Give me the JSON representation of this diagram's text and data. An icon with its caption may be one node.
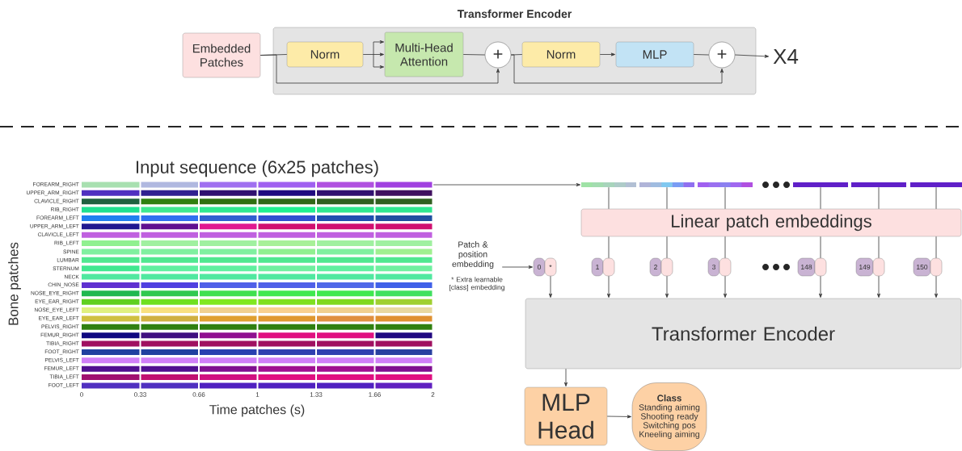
{
  "diagram": {
    "nodes": [
      {
        "text": [
          "Embedded Patches"
        ]
      },
      {
        "text": [
          "Transformer Encoder"
        ]
      },
      {
        "text": [
          "Norm"
        ],
        "in": 1
      },
      {
        "text": [
          "Multi-Head Attention"
        ],
        "in": 1
      },
      {
        "text": [
          "+"
        ],
        "in": 1
      },
      {
        "text": [
          "Norm"
        ],
        "in": 1
      },
      {
        "text": [
          "MLP"
        ],
        "in": 1
      },
      {
        "text": [
          "+"
        ],
        "in": 1
      },
      {
        "text": [
          "X4"
        ]
      },
      {
        "text": [],
        "shape": "picture"
      },
      {
        "text": [],
        "shape": "bar"
      },
      {
        "text": [],
        "shape": "bar"
      },
      {
        "text": [],
        "shape": "bar"
      },
      {
        "text": [],
        "shape": "bar"
      },
      {
        "text": [],
        "shape": "bar"
      },
      {
        "text": [],
        "shape": "bar"
      },
      {
        "text": [
          "Linear patch embeddings"
        ]
      },
      {
        "text": [
          "Patch & position embedding"
        ],
        "beside": [
          "* Extra learnable [class] embedding"
        ]
      },
      {
        "text": [
          "0"
        ]
      },
      {
        "text": [
          "*"
        ]
      },
      {
        "text": [
          "1"
        ]
      },
      {
        "text": [],
        "shape": "box"
      },
      {
        "text": [
          "2"
        ]
      },
      {
        "text": [],
        "shape": "box"
      },
      {
        "text": [
          "3"
        ]
      },
      {
        "text": [],
        "shape": "box"
      },
      {
        "text": [
          "148"
        ]
      },
      {
        "text": [],
        "shape": "box"
      },
      {
        "text": [
          "149"
        ]
      },
      {
        "text": [],
        "shape": "box"
      },
      {
        "text": [
          "150"
        ]
      },
      {
        "text": [],
        "shape": "box"
      },
      {
        "text": [
          "Transformer Encoder"
        ]
      },
      {
        "text": [
          "MLP Head"
        ]
      },
      {
        "text": [
          "Class",
          "Standing aiming",
          "Shooting ready",
          "Switching pos",
          "Kneeling aiming"
        ]
      }
    ],
    "edges": [
      {
        "from": 0,
        "to": 2,
        "arrow": "none"
      },
      {
        "from": 2,
        "to": 3,
        "arrow": "to"
      },
      {
        "from": 0,
        "to": 4,
        "arrow": "to"
      },
      {
        "from": 3,
        "to": 4,
        "arrow": "none"
      },
      {
        "from": 4,
        "to": 5,
        "arrow": "none"
      },
      {
        "from": 4,
        "to": 7,
        "arrow": "to"
      },
      {
        "from": 5,
        "to": 6,
        "arrow": "to"
      },
      {
        "from": 6,
        "to": 7,
        "arrow": "none"
      },
      {
        "from": 7,
        "to": 8,
        "arrow": "to"
      },
      {
        "from": 9,
        "to": 10,
        "arrow": "to"
      },
      {
        "from": 10,
        "to": 16,
        "arrow": "none"
      },
      {
        "from": 11,
        "to": 16,
        "arrow": "none"
      },
      {
        "from": 12,
        "to": 16,
        "arrow": "none"
      },
      {
        "from": 13,
        "to": 16,
        "arrow": "none"
      },
      {
        "from": 14,
        "to": 16,
        "arrow": "none"
      },
      {
        "from": 15,
        "to": 16,
        "arrow": "none"
      },
      {
        "from": 16,
        "to": 21,
        "arrow": "none"
      },
      {
        "from": 16,
        "to": 23,
        "arrow": "none"
      },
      {
        "from": 16,
        "to": 25,
        "arrow": "none"
      },
      {
        "from": 16,
        "to": 27,
        "arrow": "none"
      },
      {
        "from": 16,
        "to": 29,
        "arrow": "none"
      },
      {
        "from": 16,
        "to": 31,
        "arrow": "none"
      },
      {
        "from": 17,
        "to": 18,
        "arrow": "to"
      },
      {
        "from": 19,
        "to": 32,
        "arrow": "to"
      },
      {
        "from": 21,
        "to": 32,
        "arrow": "to"
      },
      {
        "from": 23,
        "to": 32,
        "arrow": "to"
      },
      {
        "from": 25,
        "to": 32,
        "arrow": "to"
      },
      {
        "from": 27,
        "to": 32,
        "arrow": "to"
      },
      {
        "from": 29,
        "to": 32,
        "arrow": "to"
      },
      {
        "from": 31,
        "to": 32,
        "arrow": "to"
      },
      {
        "from": 32,
        "to": 33,
        "arrow": "to"
      },
      {
        "from": 33,
        "to": 34,
        "arrow": "to"
      }
    ],
    "labels": [
      "Input sequence (6x25 patches)",
      "FOREARM_RIGHT",
      "UPPER_ARM_RIGHT",
      "CLAVICLE_RIGHT",
      "RIB_RIGHT",
      "FOREARM_LEFT",
      "UPPER_ARM_LEFT",
      "CLAVICLE_LEFT",
      "RIB_LEFT",
      "SPINE",
      "LUMBAR",
      "STERNUM",
      "NECK",
      "CHIN_NOSE",
      "NOSE_EYE_RIGHT",
      "EYE_EAR_RIGHT",
      "NOSE_EYE_LEFT",
      "EYE_EAR_LEFT",
      "PELVIS_RIGHT",
      "FEMUR_RIGHT",
      "TIBIA_RIGHT",
      "FOOT_RIGHT",
      "PELVIS_LEFT",
      "FEMUR_LEFT",
      "TIBIA_LEFT",
      "FOOT_LEFT",
      "Bone patches",
      "0",
      "0.33",
      "0.66",
      "1",
      "1.33",
      "1.66",
      "2",
      "Time patches (s)"
    ]
  }
}
